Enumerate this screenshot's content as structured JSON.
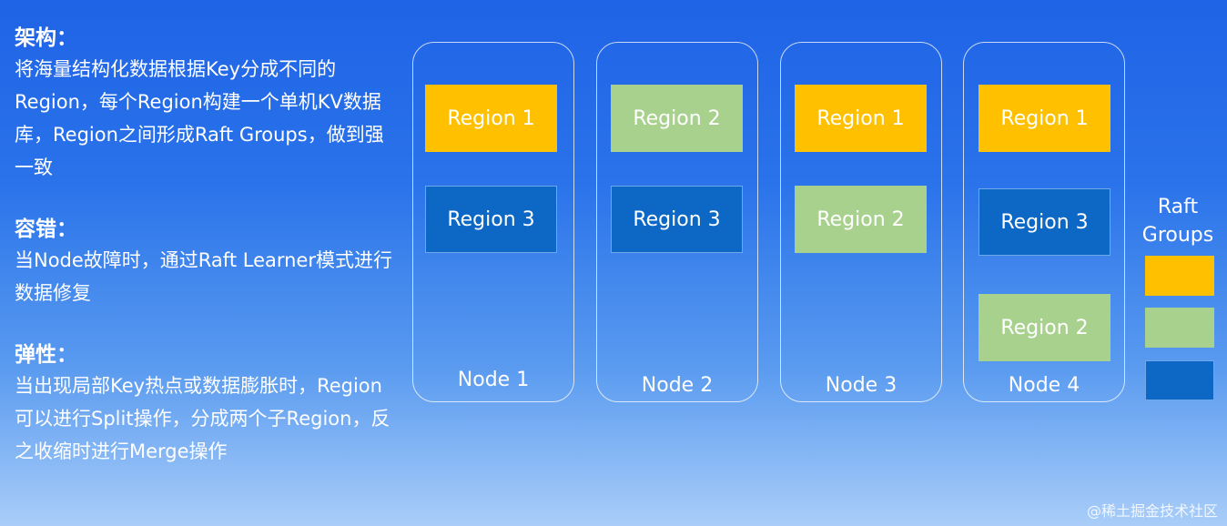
{
  "sections": [
    {
      "title": "架构：",
      "body": "将海量结构化数据根据Key分成不同的Region，每个Region构建一个单机KV数据库，Region之间形成Raft Groups，做到强一致"
    },
    {
      "title": "容错：",
      "body": "当Node故障时，通过Raft Learner模式进行数据修复"
    },
    {
      "title": "弹性：",
      "body": "当出现局部Key热点或数据膨胀时，Region可以进行Split操作，分成两个子Region，反之收缩时进行Merge操作"
    }
  ],
  "nodes": [
    {
      "label": "Node 1",
      "regions": [
        "Region 1",
        "Region 3"
      ]
    },
    {
      "label": "Node 2",
      "regions": [
        "Region 2",
        "Region 3"
      ]
    },
    {
      "label": "Node 3",
      "regions": [
        "Region 1",
        "Region 2"
      ]
    },
    {
      "label": "Node 4",
      "regions": [
        "Region 1",
        "Region 3",
        "Region 2"
      ]
    }
  ],
  "legend": {
    "title": "Raft Groups",
    "colors": {
      "region_1": "#ffc000",
      "region_2": "#a9d18e",
      "region_3": "#0c68c4"
    }
  },
  "watermark": "@稀土掘金技术社区"
}
